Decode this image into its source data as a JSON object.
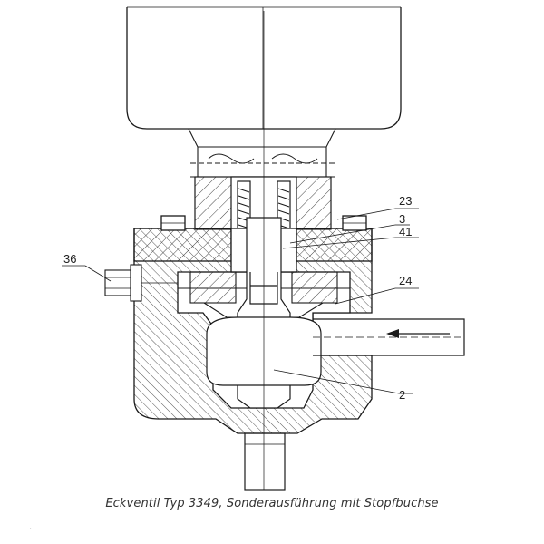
{
  "caption": "Eckventil Typ 3349, Sonderausführung mit Stopfbuchse",
  "callouts": [
    "23",
    "3",
    "41",
    "36",
    "24",
    "2"
  ],
  "stray_mark": ".",
  "colors": {
    "line": "#1a1a1a",
    "hatch": "#444444",
    "background": "#ffffff"
  }
}
